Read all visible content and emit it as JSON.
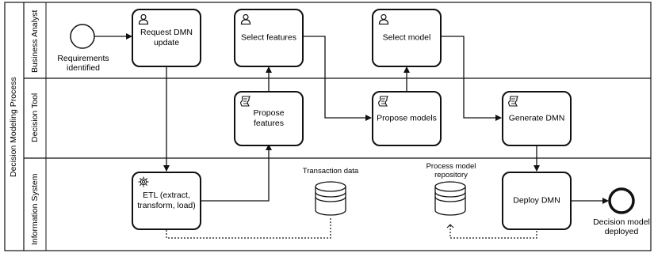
{
  "pool": {
    "title": "Decision Modeling Process"
  },
  "lanes": [
    {
      "id": "business-analyst",
      "label": "Business Analyst"
    },
    {
      "id": "decision-tool",
      "label": "Decision Tool"
    },
    {
      "id": "information-system",
      "label": "Information System"
    }
  ],
  "events": {
    "start": {
      "label": "Requirements identified",
      "line1": "Requirements",
      "line2": "identified"
    },
    "end": {
      "label": "Decision model deployed",
      "line1": "Decision model",
      "line2": "deployed"
    }
  },
  "tasks": {
    "request_dmn": {
      "line1": "Request DMN",
      "line2": "update",
      "type": "user",
      "icon": "user-icon"
    },
    "select_features": {
      "line1": "Select features",
      "type": "user",
      "icon": "user-icon"
    },
    "select_model": {
      "line1": "Select model",
      "type": "user",
      "icon": "user-icon"
    },
    "propose_features": {
      "line1": "Propose",
      "line2": "features",
      "type": "script",
      "icon": "script-icon"
    },
    "propose_models": {
      "line1": "Propose models",
      "type": "script",
      "icon": "script-icon"
    },
    "generate_dmn": {
      "line1": "Generate DMN",
      "type": "script",
      "icon": "script-icon"
    },
    "etl": {
      "line1": "ETL (extract,",
      "line2": "transform, load)",
      "type": "service",
      "icon": "gear-icon"
    },
    "deploy_dmn": {
      "line1": "Deploy DMN",
      "type": "plain"
    }
  },
  "datastores": {
    "transaction": {
      "label": "Transaction data"
    },
    "process_repo": {
      "line1": "Process model",
      "line2": "repository",
      "label": "Process model repository"
    }
  }
}
